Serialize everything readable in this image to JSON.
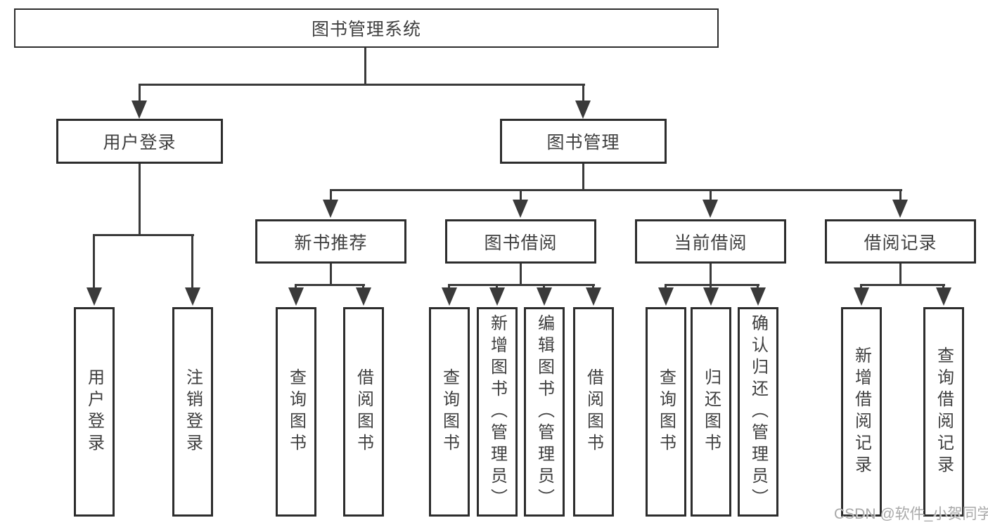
{
  "diagram": {
    "root_label": "图书管理系统",
    "login": {
      "label": "用户登录",
      "children": [
        "用户登录",
        "注销登录"
      ]
    },
    "management": {
      "label": "图书管理",
      "sections": [
        {
          "label": "新书推荐",
          "children": [
            "查询图书",
            "借阅图书"
          ]
        },
        {
          "label": "图书借阅",
          "children": [
            "查询图书",
            "新增图书（管理员）",
            "编辑图书（管理员）",
            "借阅图书"
          ]
        },
        {
          "label": "当前借阅",
          "children": [
            "查询图书",
            "归还图书",
            "确认归还（管理员）"
          ]
        },
        {
          "label": "借阅记录",
          "children": [
            "新增借阅记录",
            "查询借阅记录"
          ]
        }
      ]
    },
    "watermark": "CSDN @软件_小贺同学",
    "colors": {
      "line": "#3a3a3a",
      "border": "#2d2d2d",
      "text": "#3f3f3f",
      "watermark": "#a9a9a9"
    }
  }
}
